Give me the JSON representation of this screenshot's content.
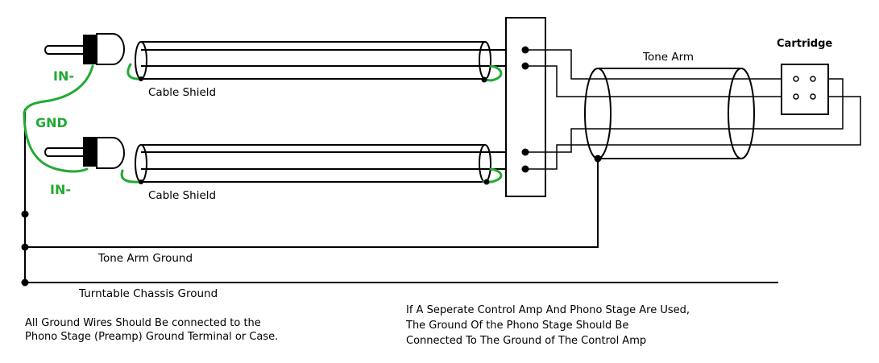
{
  "labels": {
    "in_minus_top": "IN-",
    "gnd": "GND",
    "in_minus_bottom": "IN-",
    "cable_shield_top": "Cable Shield",
    "cable_shield_bottom": "Cable Shield",
    "tone_arm": "Tone Arm",
    "cartridge": "Cartridge",
    "tone_arm_ground": "Tone Arm Ground",
    "turntable_chassis_ground": "Turntable Chassis Ground"
  },
  "notes": {
    "left": [
      "All Ground Wires Should Be connected to the",
      "Phono Stage (Preamp) Ground Terminal or Case."
    ],
    "right": [
      "If A Seperate Control Amp And Phono Stage Are Used,",
      "The Ground Of the Phono Stage Should Be",
      "Connected To The Ground of The Control Amp"
    ]
  },
  "colors": {
    "line": "#000000",
    "green": "#22aa33",
    "background": "#ffffff"
  }
}
